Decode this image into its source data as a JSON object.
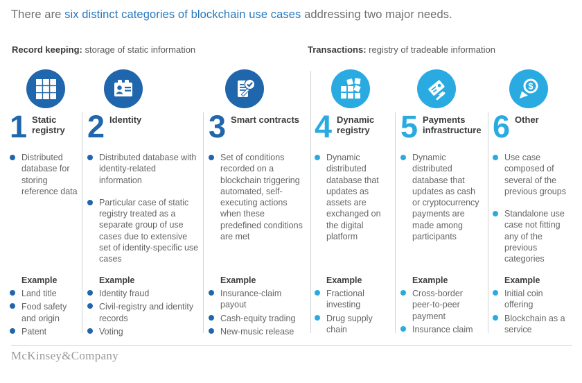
{
  "title": {
    "prefix": "There are ",
    "highlight": "six distinct categories of blockchain use cases",
    "suffix": " addressing two major needs."
  },
  "section_headers": [
    {
      "label": "Record keeping:",
      "description": " storage of static information"
    },
    {
      "label": "Transactions:",
      "description": " registry of tradeable information"
    }
  ],
  "colors": {
    "record_keeping_accent": "#2066ac",
    "transactions_accent": "#29abe2",
    "title_highlight": "#2878bf",
    "body_text": "#636466",
    "heading_text": "#3b3b3b",
    "divider": "#d1d3d4",
    "footer_text": "#97999b"
  },
  "categories": [
    {
      "number": "1",
      "title": "Static registry",
      "icon": "grid-icon",
      "group": "record-keeping",
      "bullets": [
        "Distributed database for storing reference data"
      ],
      "example_label": "Example",
      "examples": [
        "Land title",
        "Food safety and origin",
        "Patent"
      ]
    },
    {
      "number": "2",
      "title": "Identity",
      "icon": "id-badge-icon",
      "group": "record-keeping",
      "bullets": [
        "Distributed database with identity-related information",
        "Particular case of static registry treated as a separate group of use cases due to extensive set of identity-specific use cases"
      ],
      "example_label": "Example",
      "examples": [
        "Identity fraud",
        "Civil-registry and identity records",
        "Voting"
      ]
    },
    {
      "number": "3",
      "title": "Smart contracts",
      "icon": "contract-check-icon",
      "group": "record-keeping",
      "bullets": [
        "Set of conditions recorded on a blockchain triggering automated, self-executing actions when these predefined conditions are met"
      ],
      "example_label": "Example",
      "examples": [
        "Insurance-claim payout",
        "Cash-equity trading",
        "New-music release"
      ]
    },
    {
      "number": "4",
      "title": "Dynamic registry",
      "icon": "dynamic-grid-icon",
      "group": "transactions",
      "bullets": [
        "Dynamic distributed database that updates as assets are exchanged on the digital platform"
      ],
      "example_label": "Example",
      "examples": [
        "Fractional investing",
        "Drug supply chain"
      ]
    },
    {
      "number": "5",
      "title": "Payments infrastructure",
      "icon": "payment-icon",
      "group": "transactions",
      "bullets": [
        "Dynamic distributed database that updates as cash or cryptocurrency payments are made among participants"
      ],
      "example_label": "Example",
      "examples": [
        "Cross-border peer-to-peer payment",
        "Insurance claim"
      ]
    },
    {
      "number": "6",
      "title": "Other",
      "icon": "search-dollar-icon",
      "group": "transactions",
      "bullets": [
        "Use case composed of several of the previous groups",
        "Standalone use case not fitting any of the previous categories"
      ],
      "example_label": "Example",
      "examples": [
        "Initial coin offering",
        "Blockchain as a service"
      ]
    }
  ],
  "footer": {
    "brand": "McKinsey&Company"
  }
}
